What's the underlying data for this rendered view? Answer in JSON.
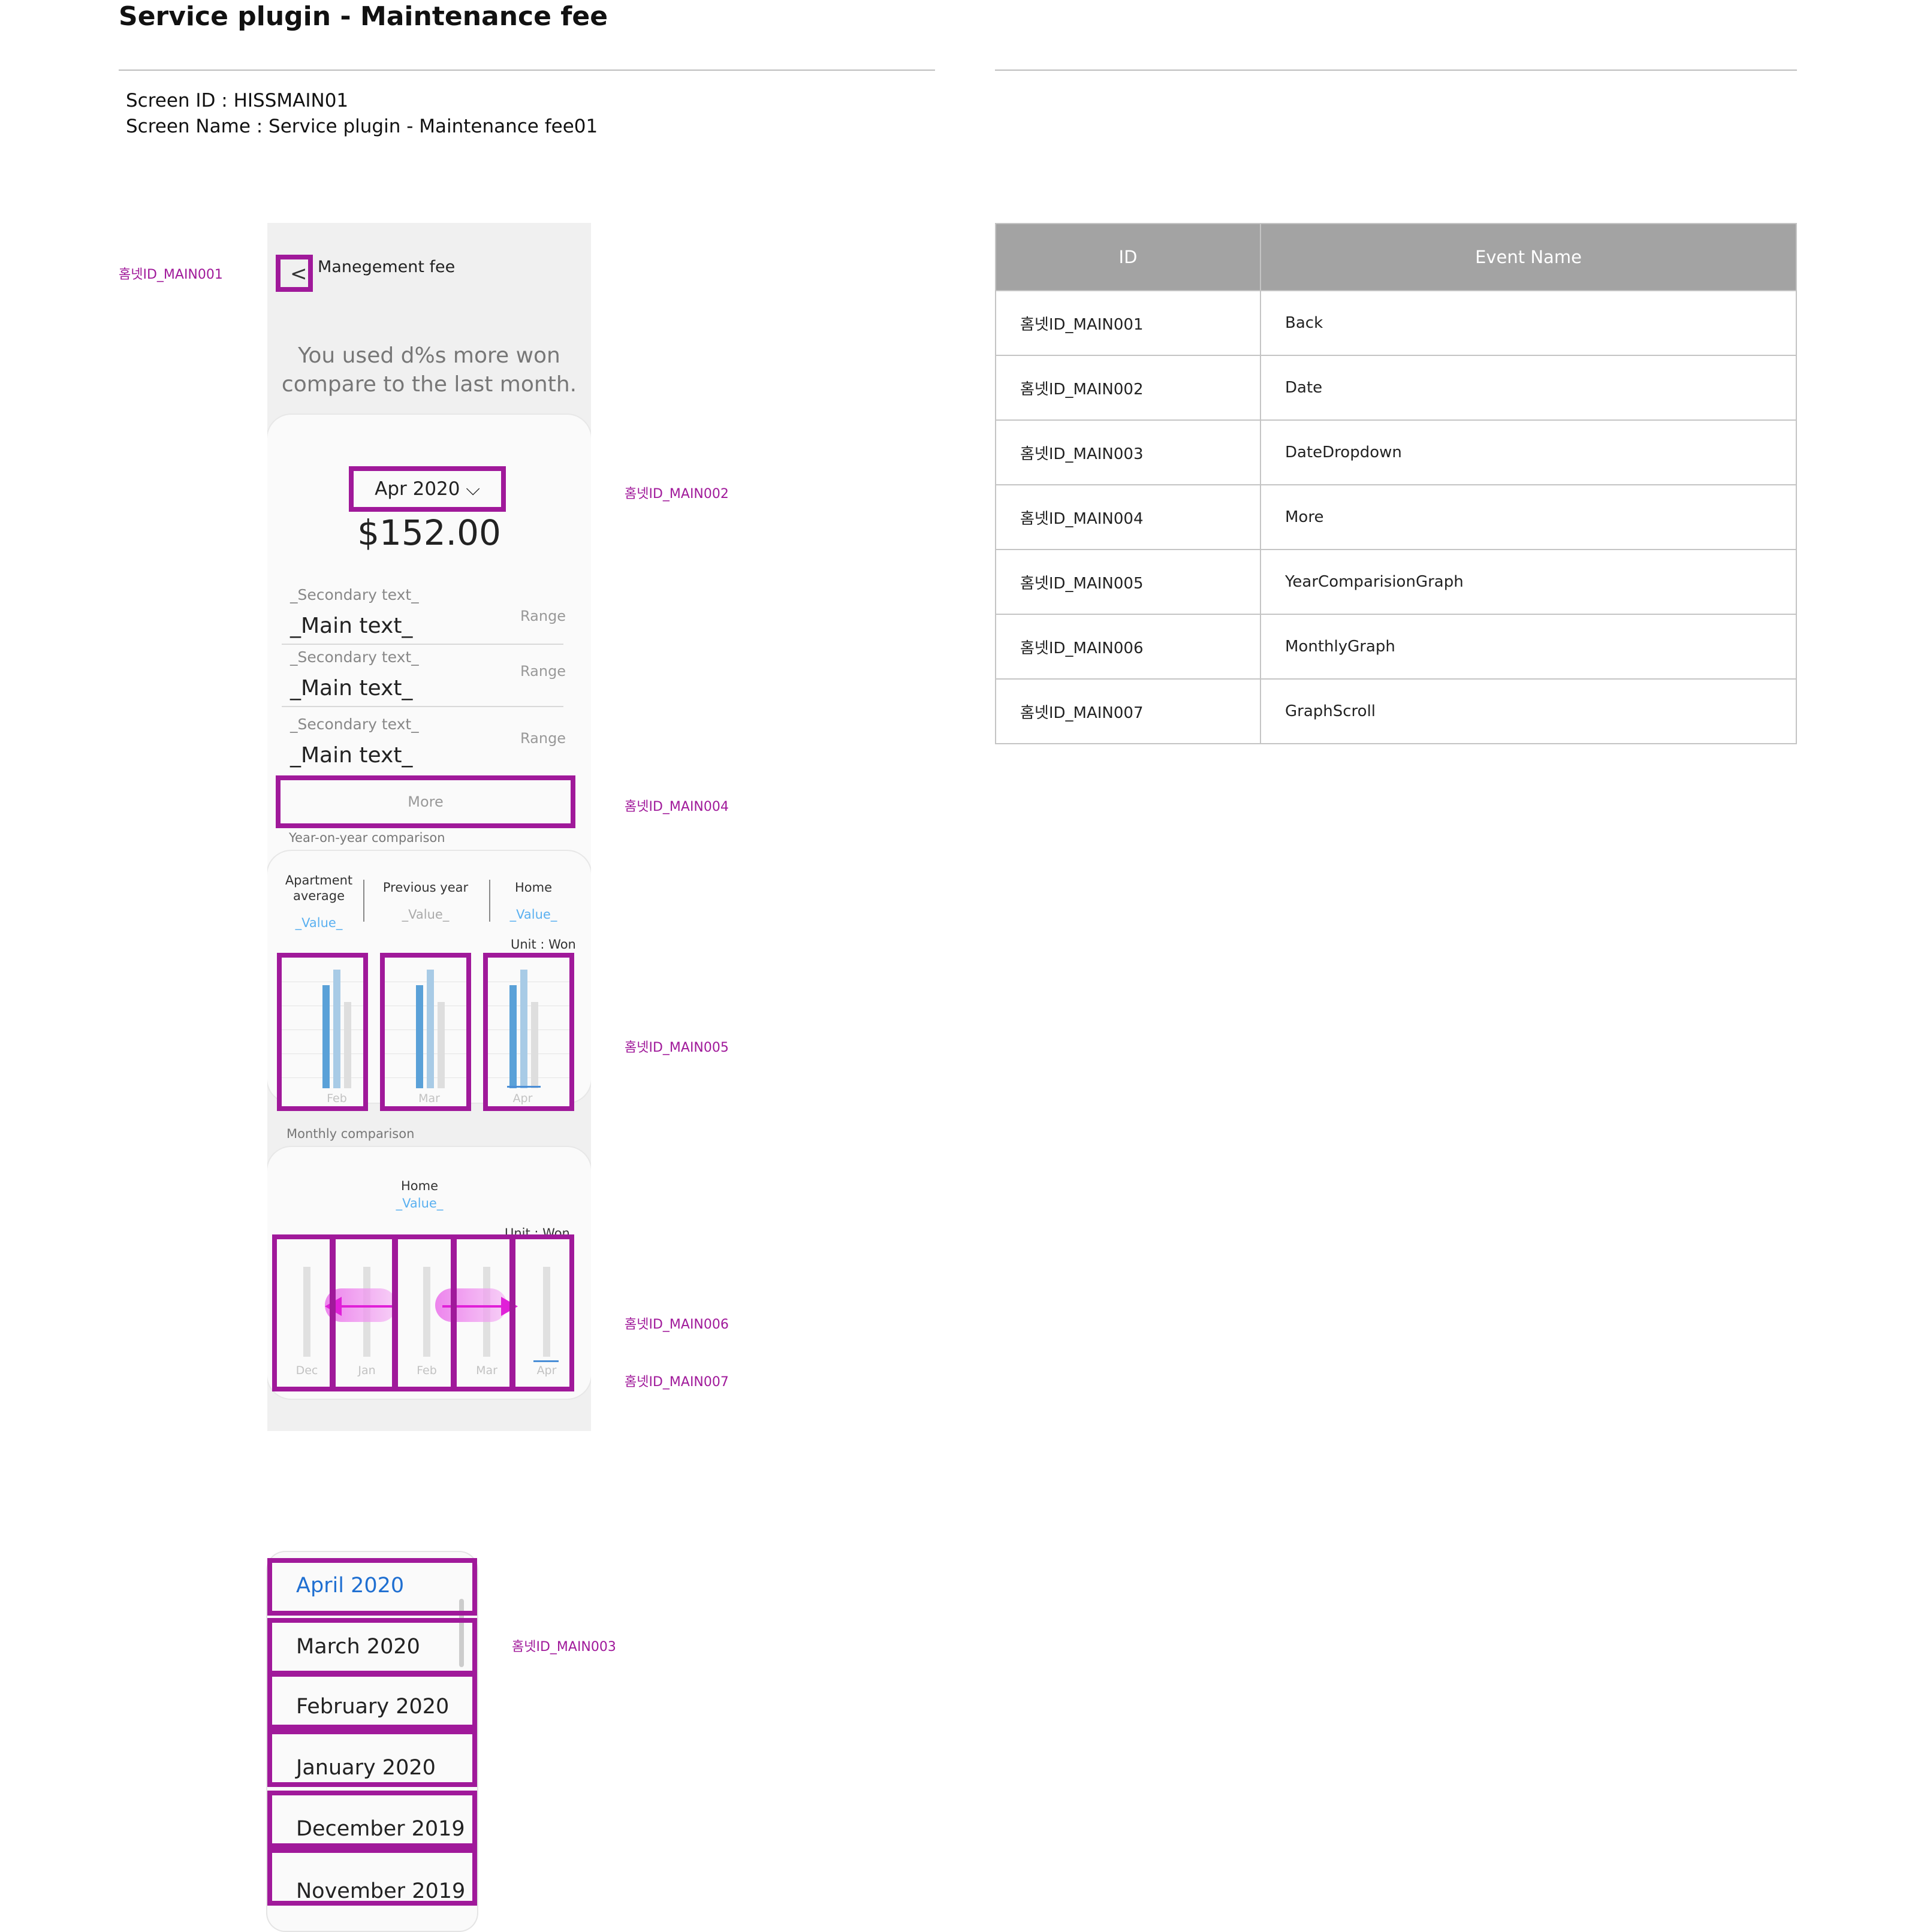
{
  "doc": {
    "title": "Service plugin - Maintenance fee",
    "screen_id": "Screen ID : HISSMAIN01",
    "screen_name": "Screen Name : Service plugin - Maintenance fee01"
  },
  "annotations": {
    "a1": "홈넷ID_MAIN001",
    "a2": "홈넷ID_MAIN002",
    "a3": "홈넷ID_MAIN003",
    "a4": "홈넷ID_MAIN004",
    "a5": "홈넷ID_MAIN005",
    "a6": "홈넷ID_MAIN006",
    "a7": "홈넷ID_MAIN007"
  },
  "app": {
    "back_glyph": "<",
    "title": "Manegement fee",
    "usage_line1": "You used d%s more won",
    "usage_line2": "compare to the last month.",
    "date_button": "Apr 2020 ⌵",
    "amount": "$152.00",
    "rows": [
      {
        "secondary": "_Secondary text_",
        "main": "_Main text_",
        "range": "Range"
      },
      {
        "secondary": "_Secondary text_",
        "main": "_Main text_",
        "range": "Range"
      },
      {
        "secondary": "_Secondary text_",
        "main": "_Main text_",
        "range": "Range"
      }
    ],
    "more": "More",
    "yoy": {
      "section_title": "Year-on-year comparison",
      "stats": [
        {
          "label1": "Apartment",
          "label2": "average",
          "value": "_Value_"
        },
        {
          "label1": "Previous year",
          "label2": "",
          "value": "_Value_"
        },
        {
          "label1": "Home",
          "label2": "",
          "value": "_Value_"
        }
      ],
      "unit": "Unit : Won",
      "months": [
        "Feb",
        "Mar",
        "Apr"
      ]
    },
    "monthly": {
      "section_title": "Monthly comparison",
      "label": "Home",
      "value": "_Value_",
      "unit": "Unit : Won",
      "months": [
        "Dec",
        "Jan",
        "Feb",
        "Mar",
        "Apr"
      ]
    },
    "dropdown": [
      "April 2020",
      "March 2020",
      "February 2020",
      "January 2020",
      "December 2019",
      "November 2019"
    ]
  },
  "table": {
    "headers": [
      "ID",
      "Event Name"
    ],
    "rows": [
      [
        "홈넷ID_MAIN001",
        "Back"
      ],
      [
        "홈넷ID_MAIN002",
        "Date"
      ],
      [
        "홈넷ID_MAIN003",
        "DateDropdown"
      ],
      [
        "홈넷ID_MAIN004",
        "More"
      ],
      [
        "홈넷ID_MAIN005",
        "YearComparisionGraph"
      ],
      [
        "홈넷ID_MAIN006",
        "MonthlyGraph"
      ],
      [
        "홈넷ID_MAIN007",
        "GraphScroll"
      ]
    ]
  },
  "colors": {
    "annotation": "#a0199a",
    "accent_blue": "#5ab0f0",
    "selected_blue": "#1f6fd1",
    "header_grey": "#a3a3a3"
  }
}
